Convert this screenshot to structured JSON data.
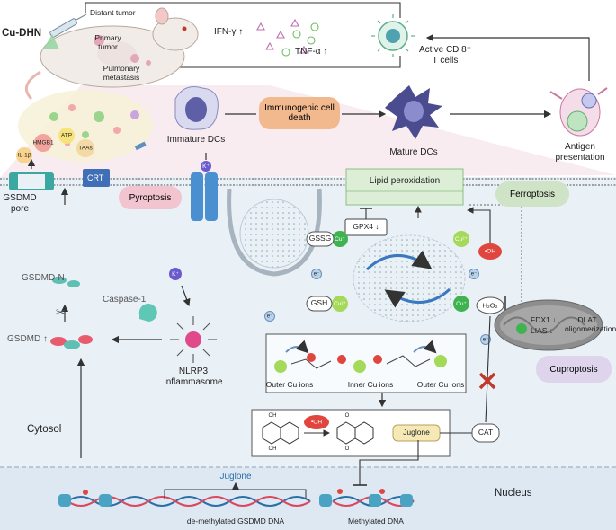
{
  "labels": {
    "cu_dhn": "Cu-DHN",
    "distant_tumor": "Distant tumor",
    "primary_tumor": "Primary tumor",
    "pulmonary_metastasis": "Pulmonary metastasis",
    "ifn": "IFN-γ ↑",
    "tnf": "TNF-α ↑",
    "active_cd8": "Active CD 8⁺ T cells",
    "immature_dcs": "Immature DCs",
    "icd": "Immunogenic cell death",
    "mature_dcs": "Mature DCs",
    "antigen_presentation": "Antigen presentation",
    "il1b": "IL-1β",
    "hmgb1": "HMGB1",
    "atp": "ATP",
    "taas": "TAAs",
    "crt": "CRT",
    "gsdmd_pore": "GSDMD pore",
    "pyroptosis": "Pyroptosis",
    "k_plus_top": "K⁺",
    "k_plus_mid": "K⁺",
    "lipid_peroxidation": "Lipid peroxidation",
    "ferroptosis": "Ferroptosis",
    "gpx4": "GPX4 ↓",
    "gssg": "GSSG",
    "gsh": "GSH",
    "cu_plus": "Cu⁺",
    "cu_2plus": "Cu²⁺",
    "oh_radical": "•OH",
    "h2o2": "H₂O₂",
    "electron": "e⁻",
    "gsdmd_n": "GSDMD-N",
    "caspase1": "Caspase-1",
    "gsdmd_up": "GSDMD ↑",
    "nlrp3": "NLRP3 inflammasome",
    "fdx1": "FDX1 ↓",
    "lias": "LIAS ↓",
    "dlat": "DLAT oligomerization",
    "cuproptosis": "Cuproptosis",
    "outer_cu_left": "Outer Cu ions",
    "inner_cu": "Inner Cu ions",
    "outer_cu_right": "Outer Cu ions",
    "oh_substituent_top": "OH",
    "oh_substituent_bottom": "OH",
    "oxo_top": "O",
    "oxo_bottom": "O",
    "juglone_box": "Juglone",
    "cat": "CAT",
    "cytosol": "Cytosol",
    "nucleus": "Nucleus",
    "juglone_dna": "Juglone",
    "demethylated": "de-methylated GSDMD DNA",
    "methylated": "Methylated DNA"
  },
  "colors": {
    "membrane": "#9aa0a6",
    "cytosol_bg": "#e8f0f6",
    "pyroptosis_pill": "#f2c4cf",
    "ferroptosis_pill": "#cfe3c6",
    "cuproptosis_pill": "#ded5ec",
    "icd_box": "#f3b98e",
    "lipid_box": "#dcefd6",
    "cu_green": "#3fb34f",
    "oh_red": "#e0453e",
    "dc_purple": "#5f5fa8",
    "dna_blue": "#2a6fa8"
  }
}
